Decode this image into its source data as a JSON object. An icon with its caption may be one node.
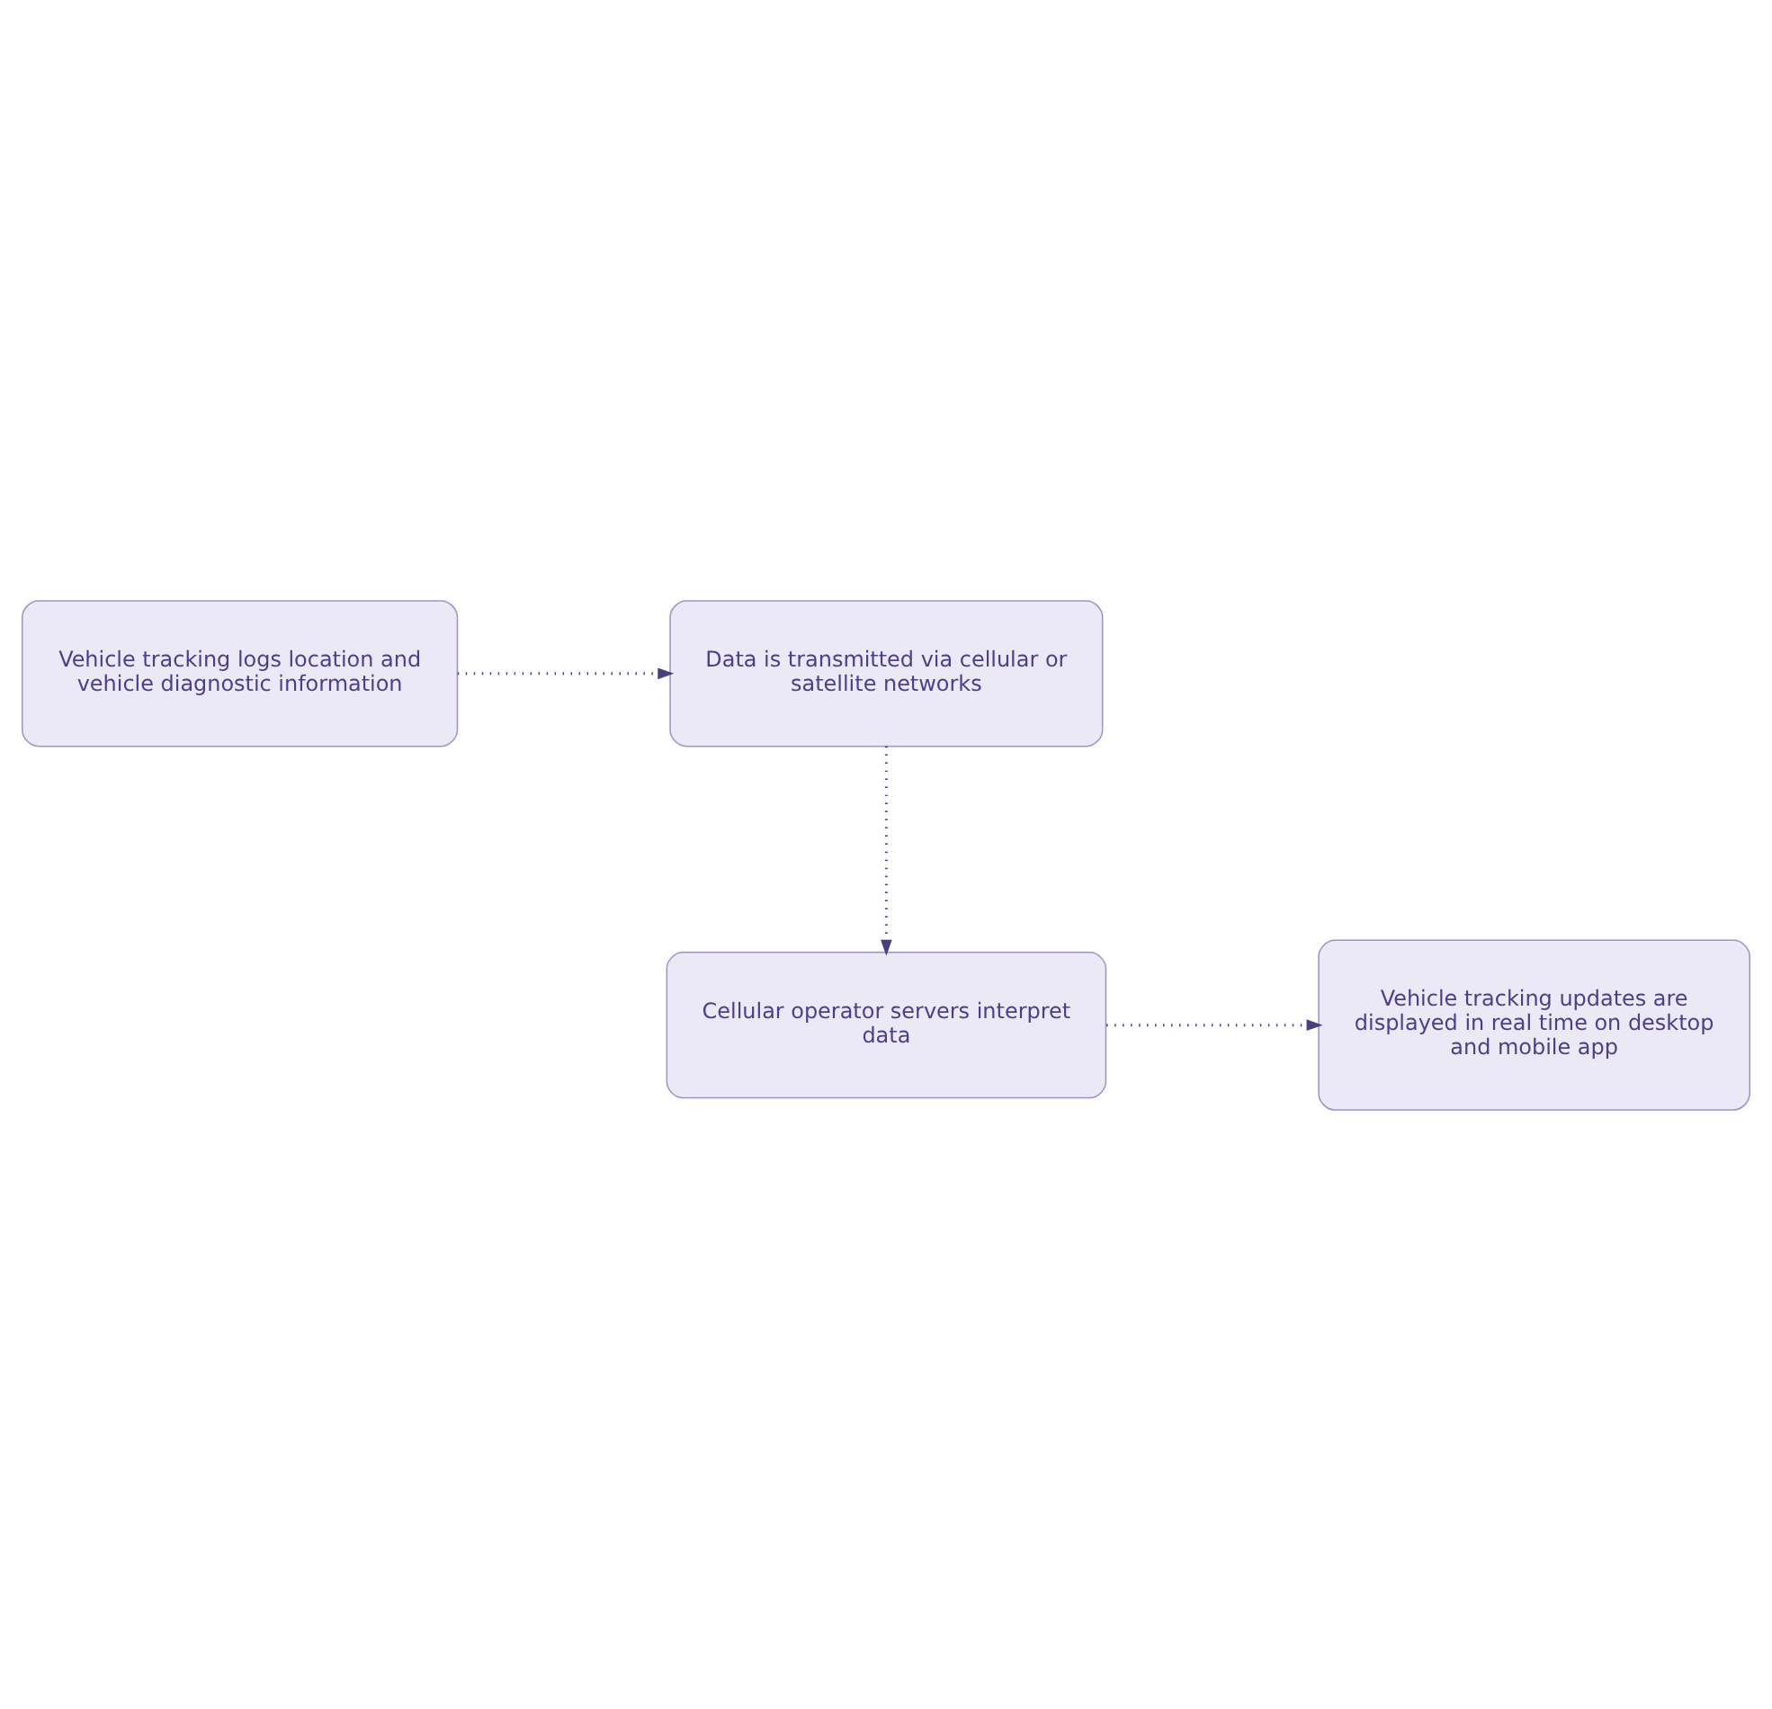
{
  "diagram": {
    "nodes": [
      {
        "text": [
          "Vehicle tracking logs location and vehicle diagnostic information"
        ]
      },
      {
        "text": [
          "Data is transmitted via cellular or satellite networks"
        ]
      },
      {
        "text": [
          "Cellular operator servers interpret data"
        ]
      },
      {
        "text": [
          "Vehicle tracking updates are displayed in real time on desktop and mobile app"
        ]
      }
    ],
    "edges": [
      {
        "from": 0,
        "to": 1,
        "arrow": "to",
        "style": "dashed"
      },
      {
        "from": 1,
        "to": 2,
        "arrow": "to",
        "style": "dashed"
      },
      {
        "from": 2,
        "to": 3,
        "arrow": "to",
        "style": "dashed"
      }
    ]
  }
}
